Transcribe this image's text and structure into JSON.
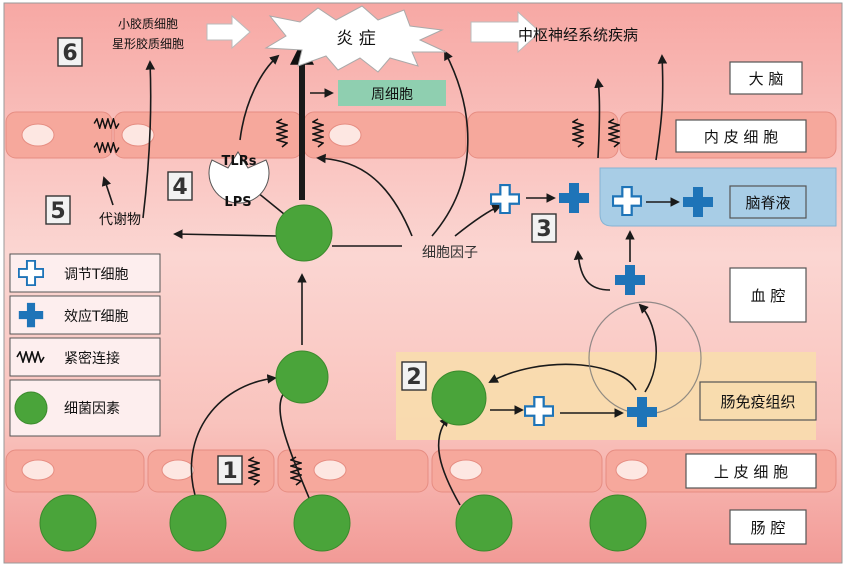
{
  "inflammation": "炎 症",
  "cns_disease": "中枢神经系统疾病",
  "microglia": "小胶质细胞",
  "astrocyte": "星形胶质细胞",
  "pericyte": "周细胞",
  "tlrs": "TLRs",
  "lps": "LPS",
  "metabolites": "代谢物",
  "cytokines": "细胞因子",
  "numbers": [
    "1",
    "2",
    "3",
    "4",
    "5",
    "6"
  ],
  "layers": {
    "brain": "大 脑",
    "endothelial": "内 皮 细 胞",
    "csf": "脑脊液",
    "blood": "血 腔",
    "gut_immune": "肠免疫组织",
    "epithelial": "上 皮 细 胞",
    "gut_lumen": "肠 腔"
  },
  "legend": {
    "treg": "调节T细胞",
    "teff": "效应T细胞",
    "tight_junction": "紧密连接",
    "bacterial": "细菌因素"
  },
  "colors": {
    "bacteria_green": "#4aa43a",
    "tcell_blue": "#1e74b8",
    "csf_blue": "#a8cde6",
    "pericyte_green": "#8fcfb0",
    "gut_immune_beige": "#f8dcae"
  }
}
